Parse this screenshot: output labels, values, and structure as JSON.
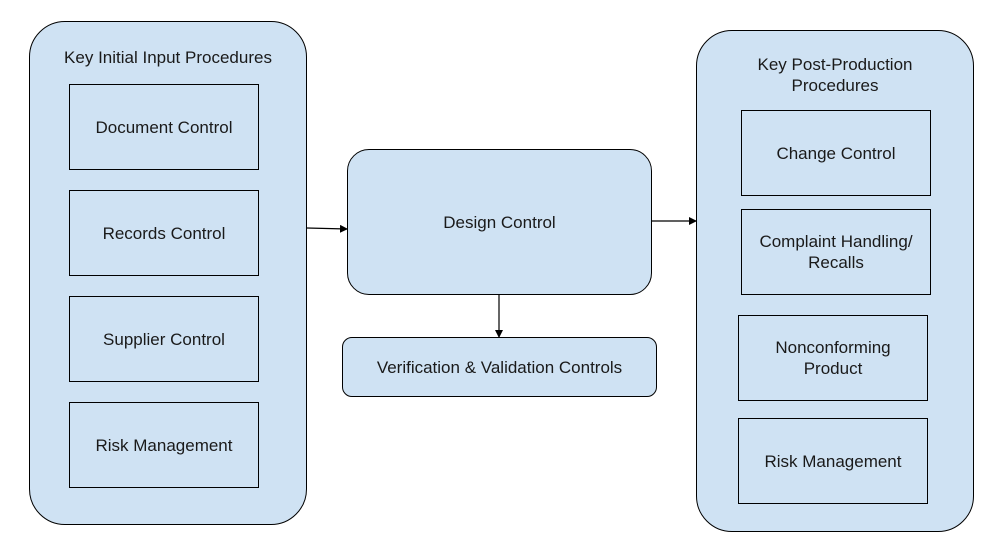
{
  "left_group": {
    "title": "Key Initial Input Procedures",
    "items": [
      {
        "label": "Document Control"
      },
      {
        "label": "Records Control"
      },
      {
        "label": "Supplier Control"
      },
      {
        "label": "Risk Management"
      }
    ]
  },
  "center": {
    "main": {
      "label": "Design Control"
    },
    "sub": {
      "label": "Verification & Validation Controls"
    }
  },
  "right_group": {
    "title": "Key Post-Production\nProcedures",
    "items": [
      {
        "label": "Change Control"
      },
      {
        "label": "Complaint Handling/\nRecalls"
      },
      {
        "label": "Nonconforming\nProduct"
      },
      {
        "label": "Risk Management"
      }
    ]
  },
  "colors": {
    "fill": "#cfe2f3",
    "stroke": "#000000"
  }
}
